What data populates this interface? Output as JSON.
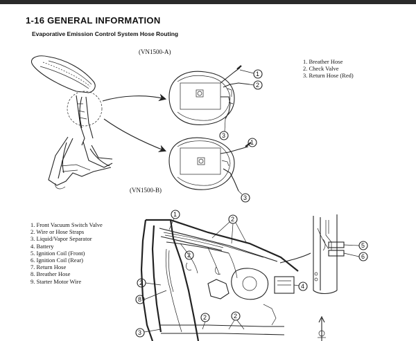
{
  "header": {
    "section_title": "1-16 GENERAL INFORMATION",
    "subtitle": "Evaporative Emission Control System Hose Routing"
  },
  "models": {
    "a": "(VN1500-A)",
    "b": "(VN1500-B)"
  },
  "hose_legend": [
    "1. Breather Hose",
    "2. Check Valve",
    "3. Return Hose (Red)"
  ],
  "frame_legend": [
    "1. Front Vacuum Switch Valve",
    "2. Wire or Hose Straps",
    "3. Liquid/Vapor Separator",
    "4. Battery",
    "5. Ignition Coil (Front)",
    "6. Ignition Coil (Rear)",
    "7. Return Hose",
    "8. Breather Hose",
    "9. Starter Motor Wire"
  ],
  "callouts": {
    "c1": "1",
    "c2": "2",
    "c3": "3",
    "c4": "4",
    "c5": "5",
    "c6": "6",
    "c8": "8"
  }
}
